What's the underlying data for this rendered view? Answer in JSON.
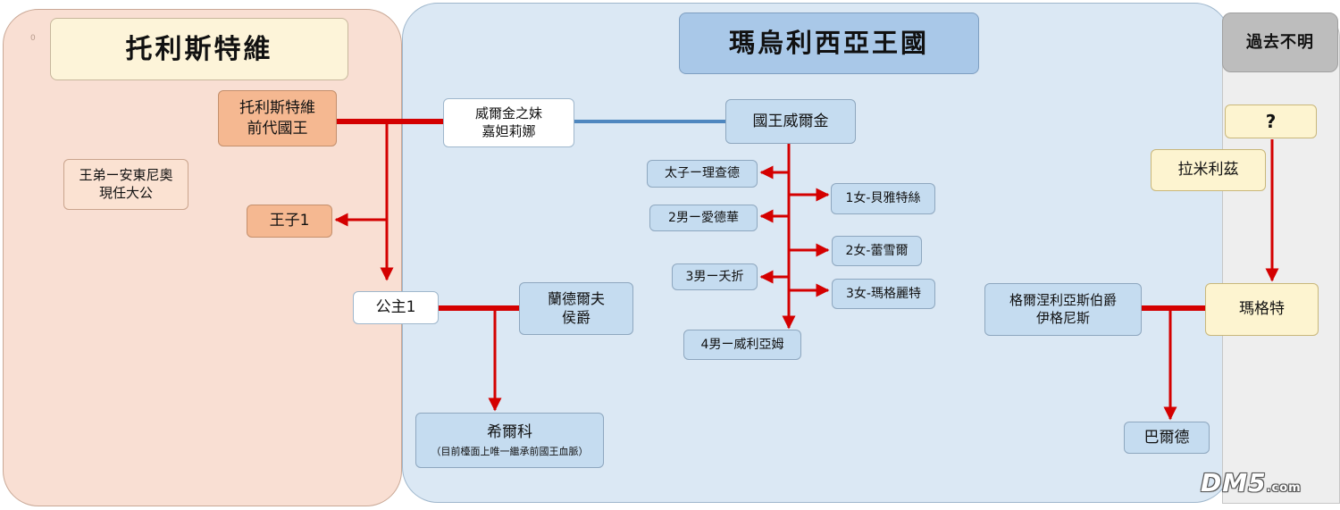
{
  "regions": {
    "left_title": "托利斯特維",
    "middle_title": "瑪烏利西亞王國",
    "right_title": "過去不明"
  },
  "corner_mark": "0",
  "nodes": {
    "prev_king": [
      "托利斯特維",
      "前代國王"
    ],
    "brother": [
      "王弟ー安東尼奧",
      "現任大公"
    ],
    "prince1": "王子1",
    "princess1": "公主1",
    "marquis": [
      "蘭德爾夫",
      "侯爵"
    ],
    "hilco": "希爾科",
    "hilco_note": "（目前檯面上唯一繼承前國王血脈）",
    "sister": [
      "威爾金之妹",
      "嘉妲莉娜"
    ],
    "king": "國王威爾金",
    "c1": "太子ー理查德",
    "c2": "2男ー愛德華",
    "c3": "3男ー夭折",
    "c4": "4男ー威利亞姆",
    "d1": "1女-貝雅特絲",
    "d2": "2女-蕾雪爾",
    "d3": "3女-瑪格麗特",
    "count": [
      "格爾涅利亞斯伯爵",
      "伊格尼斯"
    ],
    "baldo": "巴爾德",
    "unknown": "?",
    "ramirez": "拉米利茲",
    "margot": "瑪格特"
  },
  "watermark": {
    "main": "DM5",
    "suffix": ".com"
  },
  "colors": {
    "line_red": "#d40000",
    "line_blue": "#4f87bf"
  }
}
